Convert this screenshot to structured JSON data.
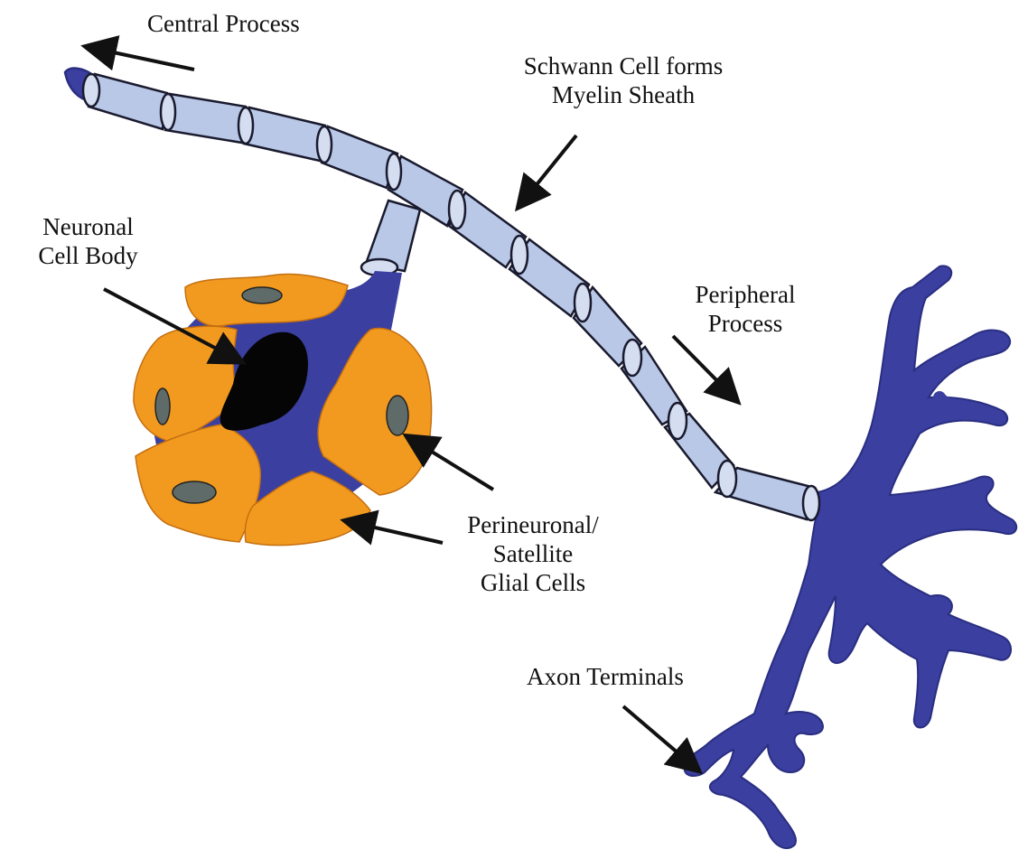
{
  "labels": {
    "central": "Central Process",
    "schwann_line1": "Schwann Cell forms",
    "schwann_line2": "Myelin Sheath",
    "neuronal_line1": "Neuronal",
    "neuronal_line2": "Cell Body",
    "peripheral_line1": "Peripheral",
    "peripheral_line2": "Process",
    "glial_line1": "Perineuronal/",
    "glial_line2": "Satellite",
    "glial_line3": "Glial Cells",
    "axon": "Axon Terminals"
  },
  "colors": {
    "axon_blue": "#3a3fa0",
    "myelin_fill": "#b8c8e6",
    "myelin_edge": "#1a1a2e",
    "glial_orange": "#f29a1f",
    "glial_nucleus": "#5f6b68",
    "cell_body": "#050505"
  }
}
